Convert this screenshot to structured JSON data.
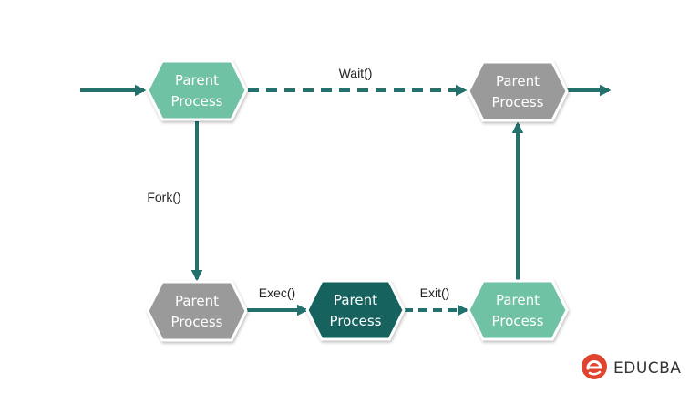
{
  "nodes": [
    {
      "id": "parent-top-left",
      "line1": "Parent",
      "line2": "Process",
      "fill": "#6fc2a5"
    },
    {
      "id": "parent-top-right",
      "line1": "Parent",
      "line2": "Process",
      "fill": "#9a9a9a"
    },
    {
      "id": "parent-bottom-left",
      "line1": "Parent",
      "line2": "Process",
      "fill": "#9a9a9a"
    },
    {
      "id": "parent-bottom-center",
      "line1": "Parent",
      "line2": "Process",
      "fill": "#17625f"
    },
    {
      "id": "parent-bottom-right",
      "line1": "Parent",
      "line2": "Process",
      "fill": "#6fc2a5"
    }
  ],
  "edges": {
    "wait": "Wait()",
    "fork": "Fork()",
    "exec": "Exec()",
    "exit": "Exit()"
  },
  "colors": {
    "arrow": "#24706d",
    "brand_red": "#e0442f"
  },
  "brand": {
    "name": "EDUCBA"
  }
}
